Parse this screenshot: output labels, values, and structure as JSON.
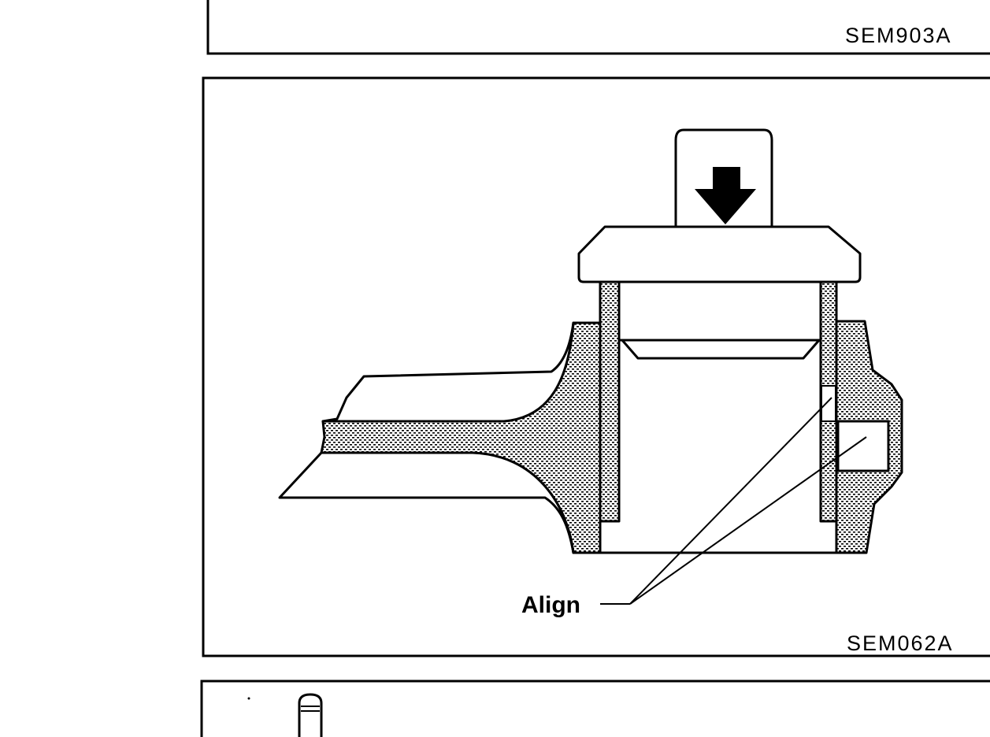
{
  "figures": [
    {
      "code": "SEM903A"
    },
    {
      "code": "SEM062A",
      "callout": "Align"
    },
    {
      "code": ""
    }
  ],
  "colors": {
    "ink": "#000000",
    "paper": "#ffffff"
  }
}
